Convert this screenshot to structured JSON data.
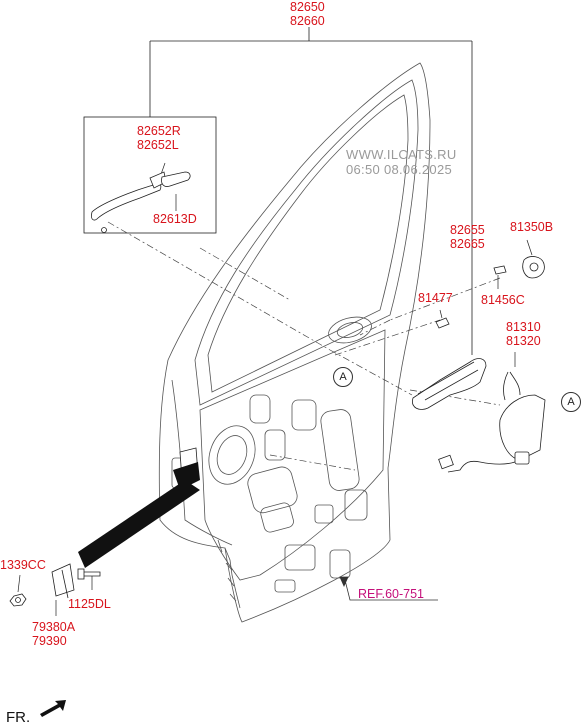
{
  "watermark": {
    "line1": "WWW.ILCATS.RU",
    "line2": "06:50 08.06.2025"
  },
  "parts": {
    "p82650": {
      "line1": "82650",
      "line2": "82660"
    },
    "p82652": {
      "line1": "82652R",
      "line2": "82652L"
    },
    "p82613": {
      "line1": "82613D"
    },
    "p82655": {
      "line1": "82655",
      "line2": "82665"
    },
    "p81350": {
      "line1": "81350B"
    },
    "p81456": {
      "line1": "81456C"
    },
    "p81477": {
      "line1": "81477"
    },
    "p81310": {
      "line1": "81310",
      "line2": "81320"
    },
    "p1339": {
      "line1": "1339CC"
    },
    "p1125": {
      "line1": "1125DL"
    },
    "p79380": {
      "line1": "79380A",
      "line2": "79390"
    }
  },
  "reference": "REF.60-751",
  "markers": {
    "a": "A"
  },
  "orientation": "FR.",
  "colors": {
    "part_label": "#d8141c",
    "reference_label": "#c4107a",
    "watermark": "#9a9a9a",
    "line": "#222222"
  }
}
